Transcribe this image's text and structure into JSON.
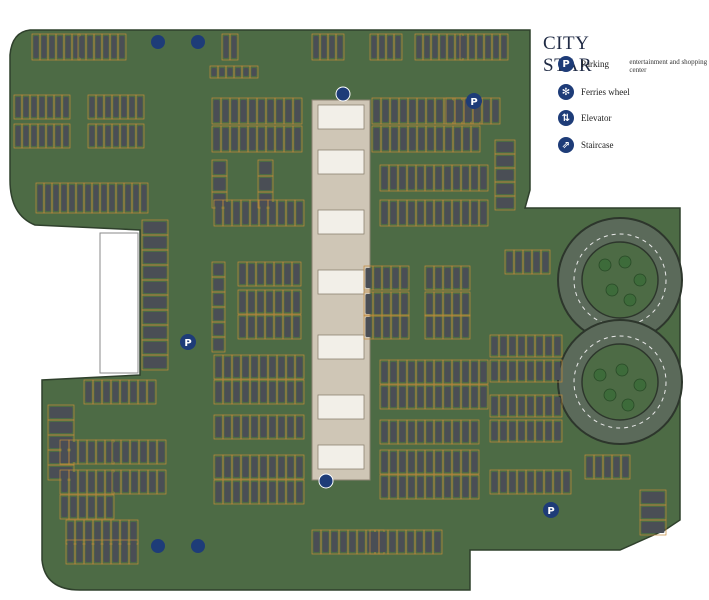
{
  "legend": {
    "title": "CITY STAR",
    "subtitle": "entertainment and shopping center",
    "items": [
      {
        "key": "parking",
        "label": "Parking",
        "icon": "parking-icon",
        "glyph": "P"
      },
      {
        "key": "ferris",
        "label": "Ferries wheel",
        "icon": "ferris-wheel-icon",
        "glyph": "✻"
      },
      {
        "key": "elevator",
        "label": "Elevator",
        "icon": "elevator-icon",
        "glyph": "⇅"
      },
      {
        "key": "staircase",
        "label": "Staircase",
        "icon": "staircase-icon",
        "glyph": "⇗"
      }
    ]
  },
  "map": {
    "parking_marker_glyph": "P",
    "colors": {
      "floor": "#4d6b45",
      "floor_edge": "#2f402c",
      "stall_line": "#c48a3a",
      "car": "#4a4e55",
      "spine": "#cfc6b6",
      "ramp": "#5b6a5a",
      "tree": "#3d6b3a",
      "marker": "#1e3c78"
    }
  }
}
